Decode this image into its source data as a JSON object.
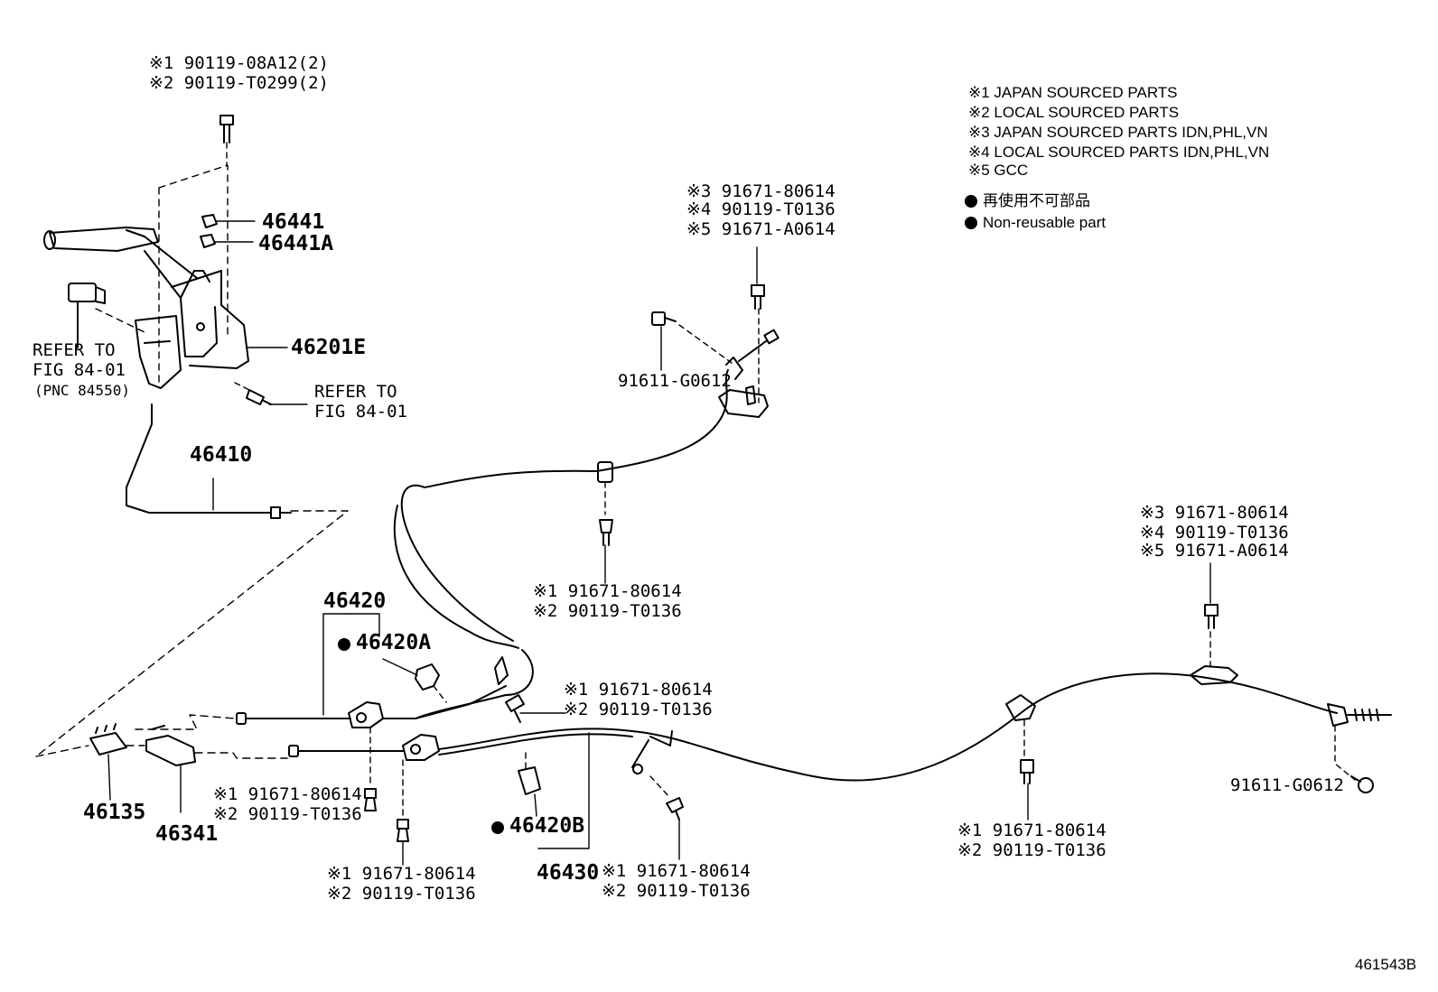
{
  "legend": {
    "notes": [
      "※1 JAPAN SOURCED PARTS",
      "※2 LOCAL SOURCED PARTS",
      "※3 JAPAN SOURCED PARTS IDN,PHL,VN",
      "※4 LOCAL SOURCED PARTS IDN,PHL,VN",
      "※5 GCC"
    ],
    "nonreuse_jp": "再使用不可部品",
    "nonreuse_en": "Non-reusable part"
  },
  "figure_id": "461543B",
  "labels": {
    "top_bolt_1": "※1 90119-08A12(2)",
    "top_bolt_2": "※2 90119-T0299(2)",
    "p46441": "46441",
    "p46441a": "46441A",
    "p46201e": "46201E",
    "refer_left_1": "REFER TO",
    "refer_left_2": "FIG 84-01",
    "refer_left_3": "(PNC 84550)",
    "refer_mid_1": "REFER TO",
    "refer_mid_2": "FIG 84-01",
    "p46410": "46410",
    "ur_bolt_3": "※3 91671-80614",
    "ur_bolt_4": "※4 90119-T0136",
    "ur_bolt_5": "※5 91671-A0614",
    "p91611_top": "91611-G0612",
    "mid_bolt_1": "※1 91671-80614",
    "mid_bolt_2": "※2 90119-T0136",
    "p46420": "46420",
    "p46420a": "46420A",
    "c_bolt_1": "※1 91671-80614",
    "c_bolt_2": "※2 90119-T0136",
    "rr_bolt_3": "※3 91671-80614",
    "rr_bolt_4": "※4 90119-T0136",
    "rr_bolt_5": "※5 91671-A0614",
    "p91611_right": "91611-G0612",
    "p46135": "46135",
    "p46341": "46341",
    "bl_bolt_1": "※1 91671-80614",
    "bl_bolt_2": "※2 90119-T0136",
    "bb_bolt_1": "※1 91671-80614",
    "bb_bolt_2": "※2 90119-T0136",
    "p46420b": "46420B",
    "p46430": "46430",
    "bc_bolt_1": "※1 91671-80614",
    "bc_bolt_2": "※2 90119-T0136",
    "br_bolt_1": "※1 91671-80614",
    "br_bolt_2": "※2 90119-T0136"
  }
}
